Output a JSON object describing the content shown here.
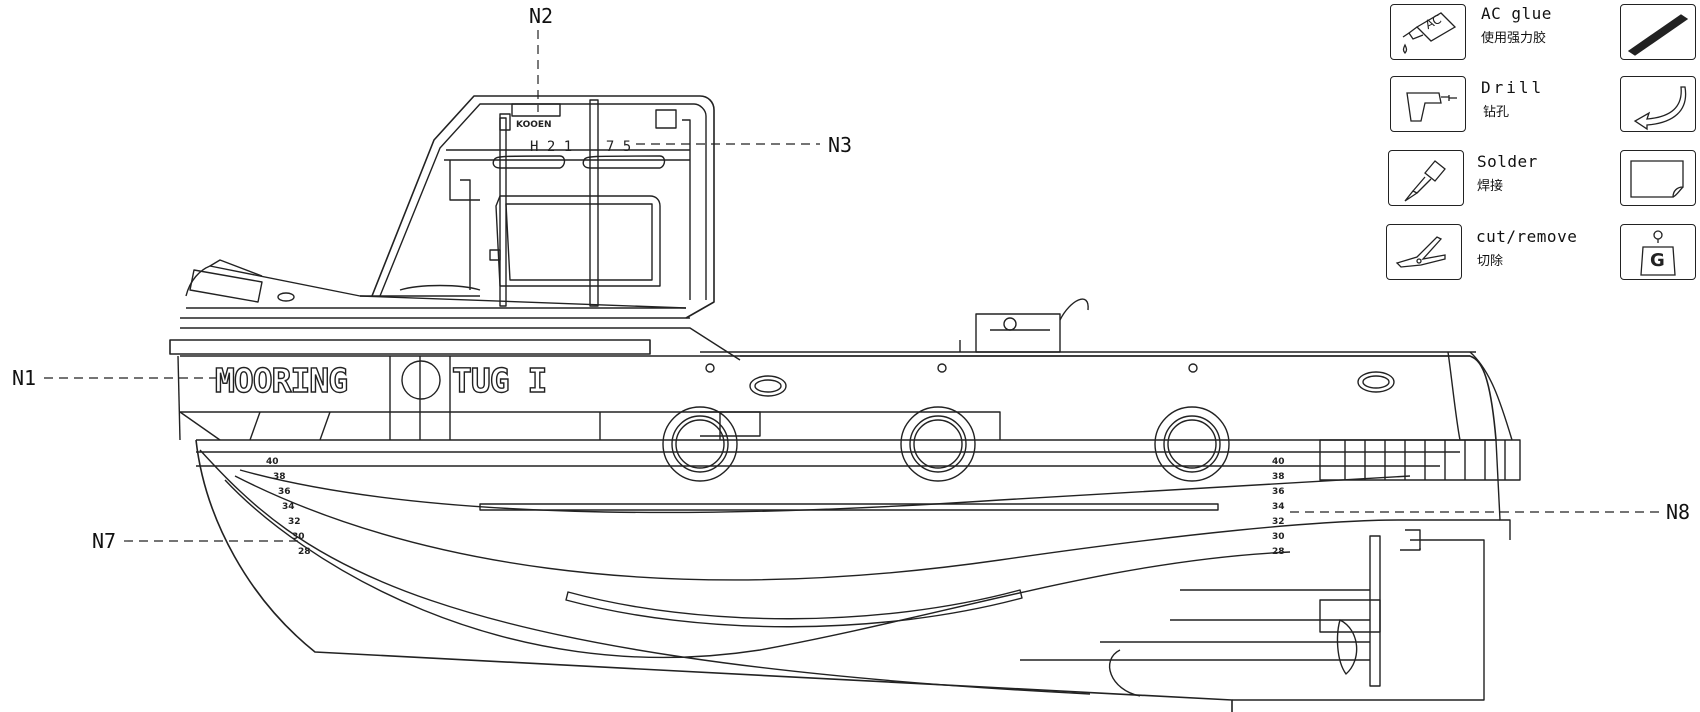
{
  "hull_name": {
    "part1": "MOORING",
    "part2": "TUG I"
  },
  "name_board": "KOOEN",
  "registration": "H 2 1    7 5",
  "callouts": [
    "N1",
    "N2",
    "N3",
    "N7",
    "N8"
  ],
  "draft_marks_bow": [
    "40",
    "38",
    "36",
    "34",
    "32",
    "30",
    "28"
  ],
  "draft_marks_stern": [
    "40",
    "38",
    "36",
    "34",
    "32",
    "30",
    "28"
  ],
  "legend": {
    "ac_glue": {
      "en": "AC glue",
      "zh": "使用强力胶",
      "icon_text": "AC"
    },
    "drill": {
      "en": "Drill",
      "zh": "钻孔"
    },
    "solder": {
      "en": "Solder",
      "zh": "焊接"
    },
    "cut": {
      "en": "cut/remove",
      "zh": "切除"
    },
    "weight_icon_text": "G"
  },
  "icons": [
    "glue-tube-icon",
    "drill-icon",
    "soldering-iron-icon",
    "pliers-icon",
    "file-tool-icon",
    "bend-arrow-icon",
    "sheet-corner-icon",
    "weight-icon"
  ]
}
